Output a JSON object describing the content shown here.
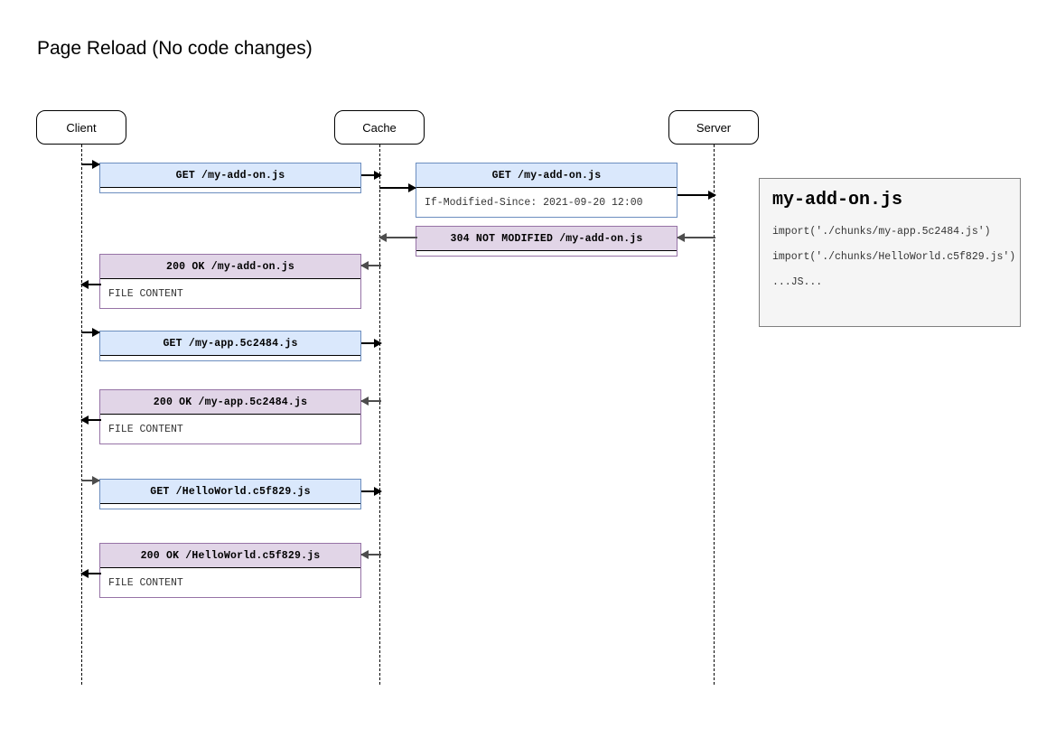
{
  "diagram": {
    "title": "Page Reload (No code changes)",
    "type": "sequence-diagram"
  },
  "participants": [
    {
      "id": "client",
      "label": "Client"
    },
    {
      "id": "cache",
      "label": "Cache"
    },
    {
      "id": "server",
      "label": "Server"
    }
  ],
  "messages": [
    {
      "id": "m1",
      "kind": "request",
      "from": "client",
      "to": "cache",
      "header": "GET /my-add-on.js",
      "body": ""
    },
    {
      "id": "m2",
      "kind": "request",
      "from": "cache",
      "to": "server",
      "header": "GET /my-add-on.js",
      "body": "If-Modified-Since: 2021-09-20 12:00"
    },
    {
      "id": "m3",
      "kind": "response",
      "from": "server",
      "to": "cache",
      "header": "304 NOT MODIFIED /my-add-on.js",
      "body": ""
    },
    {
      "id": "m4",
      "kind": "response",
      "from": "cache",
      "to": "client",
      "header": "200 OK /my-add-on.js",
      "body": "FILE CONTENT"
    },
    {
      "id": "m5",
      "kind": "request",
      "from": "client",
      "to": "cache",
      "header": "GET /my-app.5c2484.js",
      "body": ""
    },
    {
      "id": "m6",
      "kind": "response",
      "from": "cache",
      "to": "client",
      "header": "200 OK /my-app.5c2484.js",
      "body": "FILE CONTENT"
    },
    {
      "id": "m7",
      "kind": "request",
      "from": "client",
      "to": "cache",
      "header": "GET /HelloWorld.c5f829.js",
      "body": ""
    },
    {
      "id": "m8",
      "kind": "response",
      "from": "cache",
      "to": "client",
      "header": "200 OK /HelloWorld.c5f829.js",
      "body": "FILE CONTENT"
    }
  ],
  "code_panel": {
    "filename": "my-add-on.js",
    "lines": [
      "import('./chunks/my-app.5c2484.js')",
      "import('./chunks/HelloWorld.c5f829.js')",
      "...JS..."
    ]
  },
  "colors": {
    "request_header": "#dae8fc",
    "request_border": "#6c8ebf",
    "response_header": "#e1d5e7",
    "response_border": "#9673a6",
    "code_panel_bg": "#f5f5f5",
    "code_panel_border": "#808080",
    "arrow_request": "#000000",
    "arrow_response": "#4d4d4d"
  }
}
